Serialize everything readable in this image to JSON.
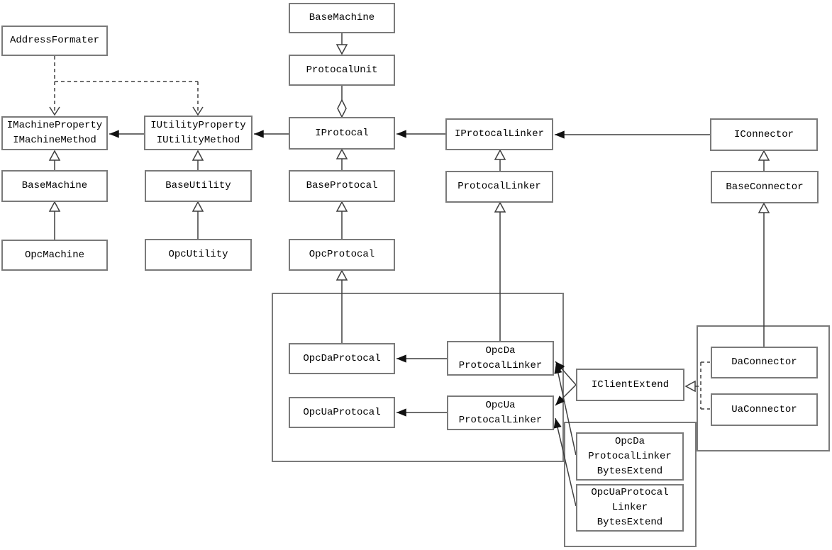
{
  "diagram_type": "uml-class-diagram",
  "colors": {
    "background": "#ffffff",
    "box_border": "#7a7a7a",
    "line": "#3f3f3f",
    "arrow_fill": "#111111",
    "text": "#000000"
  },
  "nodes": {
    "baseMachineTop": {
      "lines": [
        "BaseMachine"
      ]
    },
    "protocalUnit": {
      "lines": [
        "ProtocalUnit"
      ]
    },
    "addressFormater": {
      "lines": [
        "AddressFormater"
      ]
    },
    "iMachine": {
      "lines": [
        "IMachineProperty",
        "IMachineMethod"
      ]
    },
    "iUtility": {
      "lines": [
        "IUtilityProperty",
        "IUtilityMethod"
      ]
    },
    "iProtocal": {
      "lines": [
        "IProtocal"
      ]
    },
    "iProtocalLinker": {
      "lines": [
        "IProtocalLinker"
      ]
    },
    "iConnector": {
      "lines": [
        "IConnector"
      ]
    },
    "baseMachine": {
      "lines": [
        "BaseMachine"
      ]
    },
    "baseUtility": {
      "lines": [
        "BaseUtility"
      ]
    },
    "baseProtocal": {
      "lines": [
        "BaseProtocal"
      ]
    },
    "protocalLinker": {
      "lines": [
        "ProtocalLinker"
      ]
    },
    "baseConnector": {
      "lines": [
        "BaseConnector"
      ]
    },
    "opcMachine": {
      "lines": [
        "OpcMachine"
      ]
    },
    "opcUtility": {
      "lines": [
        "OpcUtility"
      ]
    },
    "opcProtocal": {
      "lines": [
        "OpcProtocal"
      ]
    },
    "opcDaProtocal": {
      "lines": [
        "OpcDaProtocal"
      ]
    },
    "opcDaLinker": {
      "lines": [
        "OpcDa",
        "ProtocalLinker"
      ]
    },
    "opcUaProtocal": {
      "lines": [
        "OpcUaProtocal"
      ]
    },
    "opcUaLinker": {
      "lines": [
        "OpcUa",
        "ProtocalLinker"
      ]
    },
    "iClientExtend": {
      "lines": [
        "IClientExtend"
      ]
    },
    "daConnector": {
      "lines": [
        "DaConnector"
      ]
    },
    "uaConnector": {
      "lines": [
        "UaConnector"
      ]
    },
    "opcDaLinkerBytes": {
      "lines": [
        "OpcDa",
        "ProtocalLinker",
        "BytesExtend"
      ]
    },
    "opcUaLinkerBytes": {
      "lines": [
        "OpcUaProtocal",
        "Linker",
        "BytesExtend"
      ]
    }
  },
  "edges": [
    {
      "from": "BaseMachine (top)",
      "to": "ProtocalUnit",
      "type": "generalization"
    },
    {
      "from": "ProtocalUnit",
      "to": "IProtocal",
      "type": "aggregation"
    },
    {
      "from": "AddressFormater",
      "to": "IMachineProperty / IMachineMethod",
      "type": "dependency"
    },
    {
      "from": "AddressFormater",
      "to": "IUtilityProperty / IUtilityMethod",
      "type": "dependency"
    },
    {
      "from": "IUtilityProperty / IUtilityMethod",
      "to": "IMachineProperty / IMachineMethod",
      "type": "association"
    },
    {
      "from": "IProtocal",
      "to": "IUtilityProperty / IUtilityMethod",
      "type": "association"
    },
    {
      "from": "IProtocalLinker",
      "to": "IProtocal",
      "type": "association"
    },
    {
      "from": "IConnector",
      "to": "IProtocalLinker",
      "type": "association"
    },
    {
      "from": "BaseMachine",
      "to": "IMachineProperty / IMachineMethod",
      "type": "generalization"
    },
    {
      "from": "OpcMachine",
      "to": "BaseMachine",
      "type": "generalization"
    },
    {
      "from": "BaseUtility",
      "to": "IUtilityProperty / IUtilityMethod",
      "type": "generalization"
    },
    {
      "from": "OpcUtility",
      "to": "BaseUtility",
      "type": "generalization"
    },
    {
      "from": "BaseProtocal",
      "to": "IProtocal",
      "type": "generalization"
    },
    {
      "from": "OpcProtocal",
      "to": "BaseProtocal",
      "type": "generalization"
    },
    {
      "from": "OpcDaProtocal",
      "to": "OpcProtocal",
      "type": "generalization"
    },
    {
      "from": "ProtocalLinker",
      "to": "IProtocalLinker",
      "type": "generalization"
    },
    {
      "from": "OpcDa ProtocalLinker",
      "to": "ProtocalLinker",
      "type": "generalization"
    },
    {
      "from": "BaseConnector",
      "to": "IConnector",
      "type": "generalization"
    },
    {
      "from": "DaConnector",
      "to": "BaseConnector",
      "type": "generalization"
    },
    {
      "from": "OpcDa ProtocalLinker",
      "to": "OpcDaProtocal",
      "type": "association"
    },
    {
      "from": "OpcUa ProtocalLinker",
      "to": "OpcUaProtocal",
      "type": "association"
    },
    {
      "from": "IClientExtend",
      "to": "OpcDa ProtocalLinker",
      "type": "association"
    },
    {
      "from": "IClientExtend",
      "to": "OpcUa ProtocalLinker",
      "type": "association"
    },
    {
      "from": "OpcDa ProtocalLinker BytesExtend",
      "to": "OpcDa ProtocalLinker",
      "type": "association"
    },
    {
      "from": "OpcUaProtocal Linker BytesExtend",
      "to": "OpcUa ProtocalLinker",
      "type": "association"
    },
    {
      "from": "DaConnector",
      "to": "IClientExtend",
      "type": "realization"
    },
    {
      "from": "UaConnector",
      "to": "IClientExtend",
      "type": "realization"
    }
  ]
}
